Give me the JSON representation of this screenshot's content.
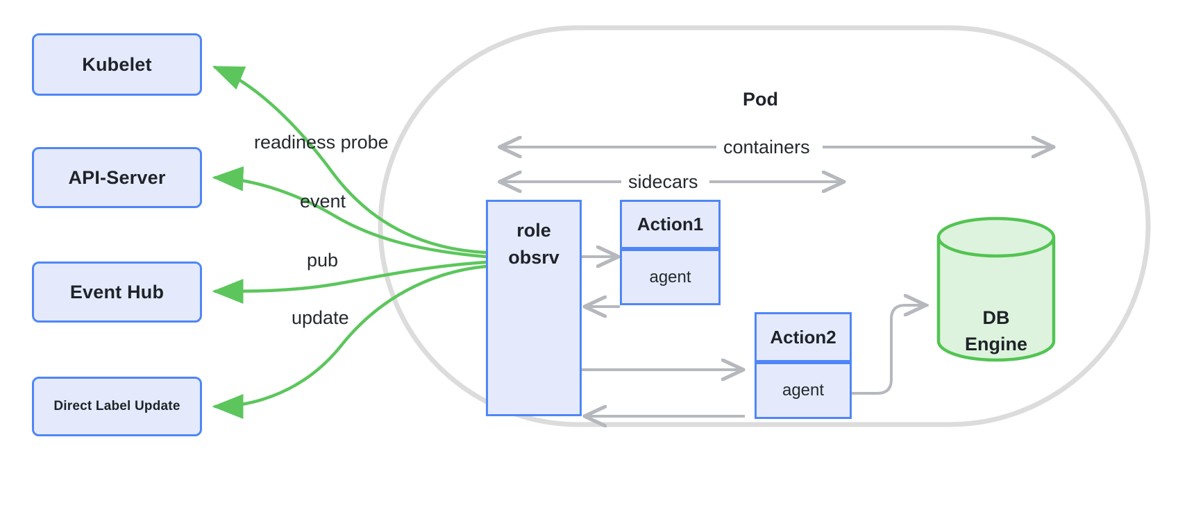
{
  "diagram": {
    "title_pod": "Pod",
    "external_systems": [
      {
        "name": "kubelet",
        "label": "Kubelet",
        "size": "lg"
      },
      {
        "name": "api-server",
        "label": "API-Server",
        "size": "lg"
      },
      {
        "name": "event-hub",
        "label": "Event Hub",
        "size": "lg"
      },
      {
        "name": "direct-label-update",
        "label": "Direct Label Update",
        "size": "sm"
      }
    ],
    "edge_labels": [
      {
        "name": "readiness-probe",
        "label": "readiness probe"
      },
      {
        "name": "event",
        "label": "event"
      },
      {
        "name": "pub",
        "label": "pub"
      },
      {
        "name": "update",
        "label": "update"
      }
    ],
    "span_labels": [
      {
        "name": "containers",
        "label": "containers"
      },
      {
        "name": "sidecars",
        "label": "sidecars"
      }
    ],
    "role_observer": {
      "line1": "role",
      "line2": "obsrv"
    },
    "actions": [
      {
        "name": "action1",
        "title": "Action1",
        "sub": "agent"
      },
      {
        "name": "action2",
        "title": "Action2",
        "sub": "agent"
      }
    ],
    "database": {
      "line1": "DB",
      "line2": "Engine"
    },
    "colors": {
      "box_fill": "#e4eafc",
      "box_border": "#4f86f7",
      "green_edge": "#5cc65c",
      "db_fill": "#ddf3dd",
      "db_border": "#52c452",
      "gray_arrow": "#b5b9be",
      "pod_outline": "#dcdcdc",
      "text": "#1f2329"
    }
  }
}
